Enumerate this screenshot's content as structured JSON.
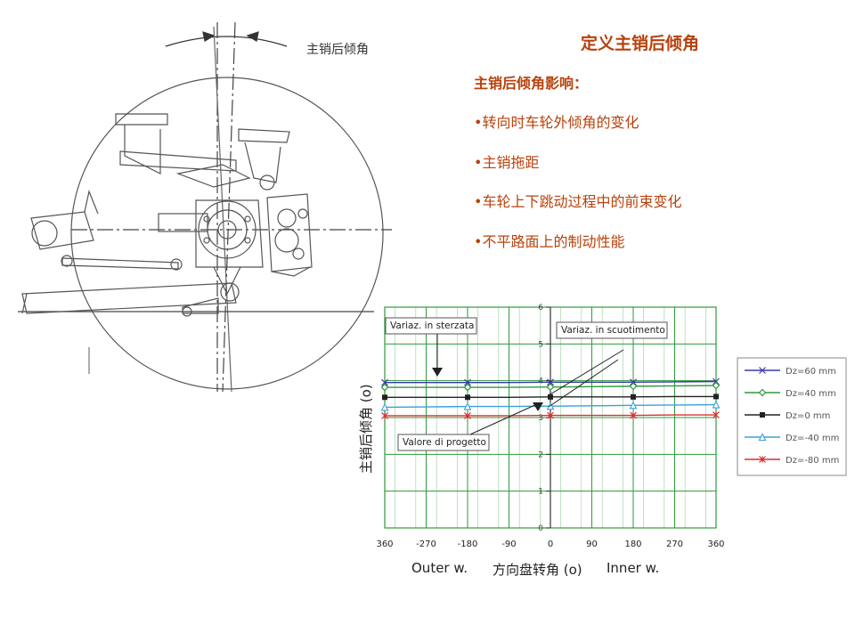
{
  "title": "定义主销后倾角",
  "subtitle": "主销后倾角影响：",
  "bullets": [
    "•转向时车轮外倾角的变化",
    "•主销拖距",
    "•车轮上下跳动过程中的前束变化",
    "•不平路面上的制动性能"
  ],
  "drawing_label": "主销后倾角",
  "chart_data": {
    "type": "line",
    "x_tick_labels": [
      "360",
      "-270",
      "-180",
      "-90",
      "0",
      "90",
      "180",
      "270",
      "360"
    ],
    "x": [
      -360,
      -270,
      -180,
      -90,
      0,
      90,
      180,
      270,
      360
    ],
    "xlim": [
      -360,
      360
    ],
    "ylim": [
      0,
      6
    ],
    "y_ticks": [
      0,
      1,
      2,
      3,
      4,
      5,
      6
    ],
    "xlabel": "方向盘转角 (o)",
    "xlabel_left": "Outer w.",
    "xlabel_right": "Inner w.",
    "ylabel": "主销后倾角 (o)",
    "grid": true,
    "legend_position": "right",
    "series": [
      {
        "name": "Dz=60 mm",
        "color": "#3a3aa8",
        "marker": "x",
        "values": [
          3.95,
          3.95,
          3.95,
          3.95,
          3.96,
          3.96,
          3.96,
          3.97,
          3.98
        ]
      },
      {
        "name": "Dz=40 mm",
        "color": "#2e9a3a",
        "marker": "diamond",
        "values": [
          3.82,
          3.82,
          3.82,
          3.82,
          3.83,
          3.84,
          3.85,
          3.86,
          3.87
        ]
      },
      {
        "name": "Dz=0 mm",
        "color": "#222222",
        "marker": "square",
        "values": [
          3.55,
          3.55,
          3.55,
          3.55,
          3.56,
          3.56,
          3.56,
          3.57,
          3.57
        ]
      },
      {
        "name": "Dz=-40 mm",
        "color": "#3aa0d8",
        "marker": "triangle",
        "values": [
          3.28,
          3.29,
          3.3,
          3.3,
          3.31,
          3.32,
          3.33,
          3.34,
          3.35
        ]
      },
      {
        "name": "Dz=-80 mm",
        "color": "#d83030",
        "marker": "star",
        "values": [
          3.05,
          3.05,
          3.05,
          3.05,
          3.06,
          3.06,
          3.06,
          3.07,
          3.07
        ]
      }
    ],
    "annotations": [
      {
        "text": "Variaz. in sterzata"
      },
      {
        "text": "Variaz. in scuotimento"
      },
      {
        "text": "Valore di progetto"
      }
    ]
  },
  "colors": {
    "accent": "#b8420c",
    "grid": "#2e9a3a"
  }
}
